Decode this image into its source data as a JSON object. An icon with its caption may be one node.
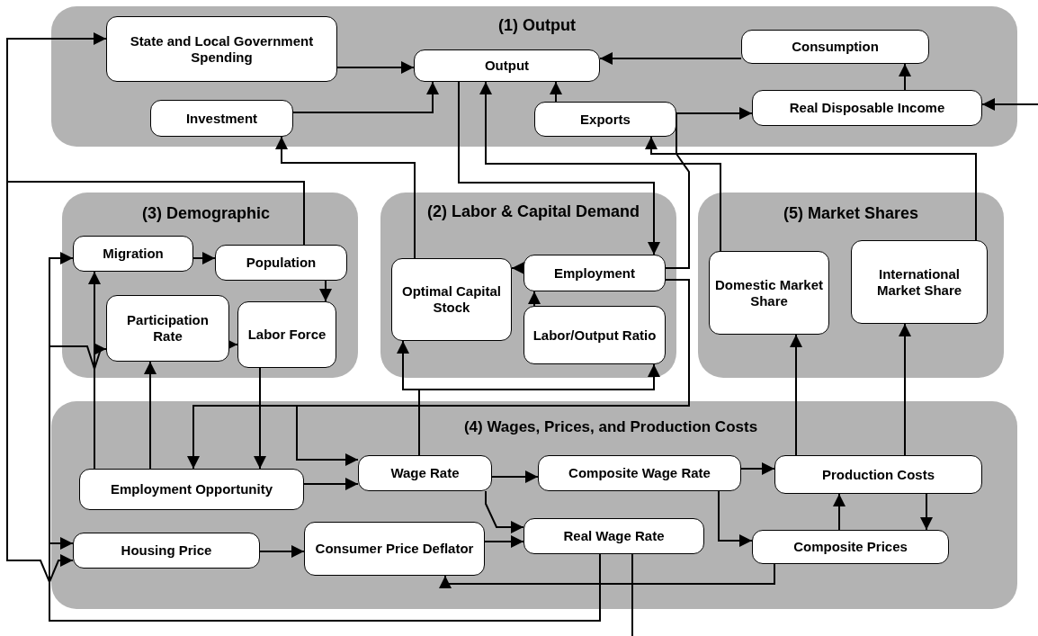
{
  "diagram": {
    "nodes": [
      {
        "text": [
          "(1) Output"
        ]
      },
      {
        "text": [
          "State and Local Government Spending"
        ],
        "in": 0
      },
      {
        "text": [
          "Output"
        ],
        "in": 0
      },
      {
        "text": [
          "Consumption"
        ],
        "in": 0
      },
      {
        "text": [
          "Investment"
        ],
        "in": 0
      },
      {
        "text": [
          "Exports"
        ],
        "in": 0
      },
      {
        "text": [
          "Real Disposable Income"
        ],
        "in": 0
      },
      {
        "text": [
          "(3) Demographic"
        ]
      },
      {
        "text": [
          "Migration"
        ],
        "in": 7
      },
      {
        "text": [
          "Population"
        ],
        "in": 7
      },
      {
        "text": [
          "Participation Rate"
        ],
        "in": 7
      },
      {
        "text": [
          "Labor Force"
        ],
        "in": 7
      },
      {
        "text": [
          "(2) Labor & Capital Demand"
        ]
      },
      {
        "text": [
          "Optimal Capital Stock"
        ],
        "in": 12
      },
      {
        "text": [
          "Employment"
        ],
        "in": 12
      },
      {
        "text": [
          "Labor/Output Ratio"
        ],
        "in": 12
      },
      {
        "text": [
          "(5) Market Shares"
        ]
      },
      {
        "text": [
          "Domestic Market Share"
        ],
        "in": 16
      },
      {
        "text": [
          "International Market Share"
        ],
        "in": 16
      },
      {
        "text": [
          "(4) Wages, Prices, and Production Costs"
        ]
      },
      {
        "text": [
          "Employment Opportunity"
        ],
        "in": 19
      },
      {
        "text": [
          "Wage Rate"
        ],
        "in": 19
      },
      {
        "text": [
          "Composite Wage Rate"
        ],
        "in": 19
      },
      {
        "text": [
          "Production Costs"
        ],
        "in": 19
      },
      {
        "text": [
          "Housing Price"
        ],
        "in": 19
      },
      {
        "text": [
          "Consumer Price Deflator"
        ],
        "in": 19
      },
      {
        "text": [
          "Real Wage Rate"
        ],
        "in": 19
      },
      {
        "text": [
          "Composite Prices"
        ],
        "in": 19
      }
    ],
    "edges": [
      {
        "from": 1,
        "to": 2,
        "arrow": "to"
      },
      {
        "from": 4,
        "to": 2,
        "arrow": "to"
      },
      {
        "from": 3,
        "to": 2,
        "arrow": "to"
      },
      {
        "from": 5,
        "to": 2,
        "arrow": "to"
      },
      {
        "from": 6,
        "to": 3,
        "arrow": "to"
      },
      {
        "from": null,
        "to": 6,
        "arrow": "to"
      },
      {
        "from": 2,
        "to": 14,
        "arrow": "to"
      },
      {
        "from": 17,
        "to": 2,
        "arrow": "to"
      },
      {
        "from": 18,
        "to": 5,
        "arrow": "to"
      },
      {
        "from": 14,
        "to": 6,
        "arrow": "to"
      },
      {
        "from": 9,
        "to": 1,
        "arrow": "to"
      },
      {
        "from": 9,
        "to": 24,
        "arrow": "to"
      },
      {
        "from": 13,
        "to": 4,
        "arrow": "to"
      },
      {
        "from": 14,
        "to": 13,
        "arrow": "to"
      },
      {
        "from": 15,
        "to": 14,
        "arrow": "to"
      },
      {
        "from": 14,
        "to": 20,
        "arrow": "to"
      },
      {
        "from": 14,
        "to": 21,
        "arrow": "to"
      },
      {
        "from": 8,
        "to": 9,
        "arrow": "to"
      },
      {
        "from": 9,
        "to": 11,
        "arrow": "to"
      },
      {
        "from": 10,
        "to": 11,
        "arrow": "to"
      },
      {
        "from": 11,
        "to": 20,
        "arrow": "to"
      },
      {
        "from": 20,
        "to": 8,
        "arrow": "to"
      },
      {
        "from": 20,
        "to": 10,
        "arrow": "to"
      },
      {
        "from": 26,
        "to": 8,
        "arrow": "to"
      },
      {
        "from": 26,
        "to": 10,
        "arrow": "to"
      },
      {
        "from": 26,
        "to": 24,
        "arrow": "to"
      },
      {
        "from": 26,
        "to": null,
        "arrow": "none"
      },
      {
        "from": 20,
        "to": 21,
        "arrow": "to"
      },
      {
        "from": 21,
        "to": 22,
        "arrow": "to"
      },
      {
        "from": 21,
        "to": 26,
        "arrow": "to"
      },
      {
        "from": 25,
        "to": 26,
        "arrow": "to"
      },
      {
        "from": 24,
        "to": 25,
        "arrow": "to"
      },
      {
        "from": 22,
        "to": 23,
        "arrow": "to"
      },
      {
        "from": 22,
        "to": 27,
        "arrow": "to"
      },
      {
        "from": 27,
        "to": 23,
        "arrow": "to"
      },
      {
        "from": 23,
        "to": 27,
        "arrow": "to"
      },
      {
        "from": 23,
        "to": 17,
        "arrow": "to"
      },
      {
        "from": 23,
        "to": 18,
        "arrow": "to"
      },
      {
        "from": 27,
        "to": 25,
        "arrow": "to"
      },
      {
        "from": 21,
        "to": 13,
        "arrow": "to"
      },
      {
        "from": 21,
        "to": 15,
        "arrow": "to"
      }
    ]
  }
}
